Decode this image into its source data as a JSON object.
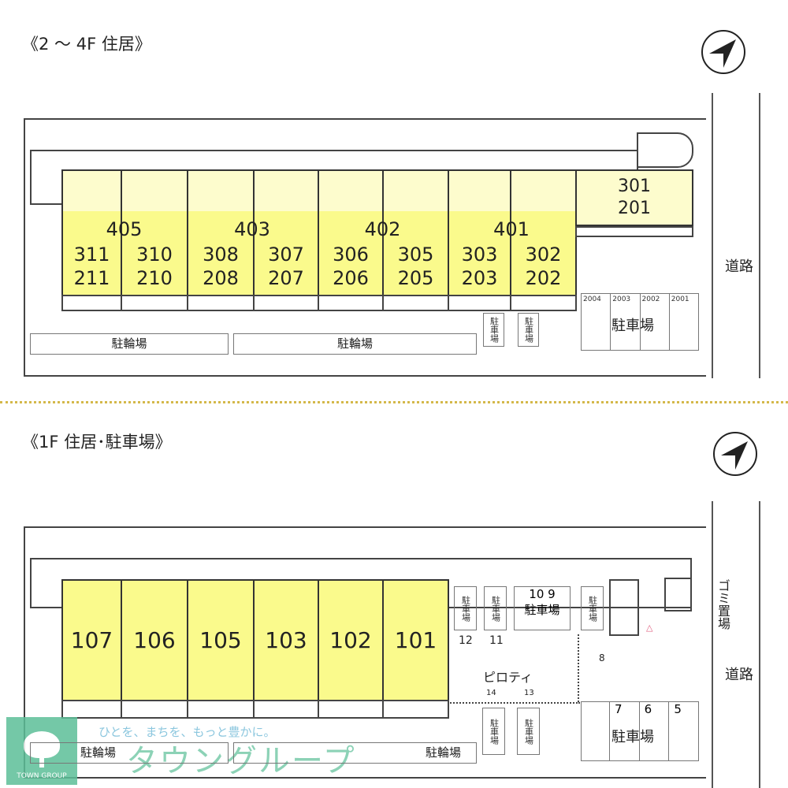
{
  "upper": {
    "title": "《2 ～ 4F 住居》",
    "columns": [
      {
        "group": "405",
        "units": [
          "311",
          "211"
        ]
      },
      {
        "group": "",
        "units": [
          "310",
          "210"
        ]
      },
      {
        "group": "403",
        "units": [
          "308",
          "208"
        ]
      },
      {
        "group": "",
        "units": [
          "307",
          "207"
        ]
      },
      {
        "group": "402",
        "units": [
          "306",
          "206"
        ]
      },
      {
        "group": "",
        "units": [
          "305",
          "205"
        ]
      },
      {
        "group": "401",
        "units": [
          "303",
          "203"
        ]
      },
      {
        "group": "",
        "units": [
          "302",
          "202"
        ]
      }
    ],
    "corner_unit": [
      "301",
      "201"
    ],
    "bike_parking": [
      "駐輪場",
      "駐輪場"
    ],
    "small_parking": [
      "駐車場",
      "駐車場"
    ],
    "parking_numbers": [
      "2004",
      "2003",
      "2002",
      "2001"
    ],
    "parking_label": "駐車場",
    "road": "道路"
  },
  "lower": {
    "title": "《1F 住居･駐車場》",
    "units": [
      "107",
      "106",
      "105",
      "103",
      "102",
      "101"
    ],
    "parking_12": "駐車場",
    "num_12": "12",
    "parking_11": "駐車場",
    "num_11": "11",
    "parking_10_9": {
      "nums": [
        "10",
        "9"
      ],
      "label": "駐車場"
    },
    "parking_8": "駐車場",
    "num_8": "8",
    "piloti": "ピロティ",
    "num_14": "14",
    "num_13": "13",
    "parking_14": "駐車場",
    "parking_13": "駐車場",
    "parking_765": {
      "nums": [
        "7",
        "6",
        "5"
      ],
      "label": "駐車場"
    },
    "garbage": "ゴミ置場",
    "road": "道路",
    "bike_parking": [
      "駐輪場",
      "駐輪場"
    ]
  },
  "watermark": {
    "tagline": "ひとを、まちを、もっと豊かに。",
    "brand": "タウングループ",
    "logo_text": "TOWN GROUP",
    "color": "#5cbf98"
  },
  "colors": {
    "unit_fill": "#fafa8c",
    "unit_light": "#fdfccd",
    "separator": "#d4b84a"
  }
}
